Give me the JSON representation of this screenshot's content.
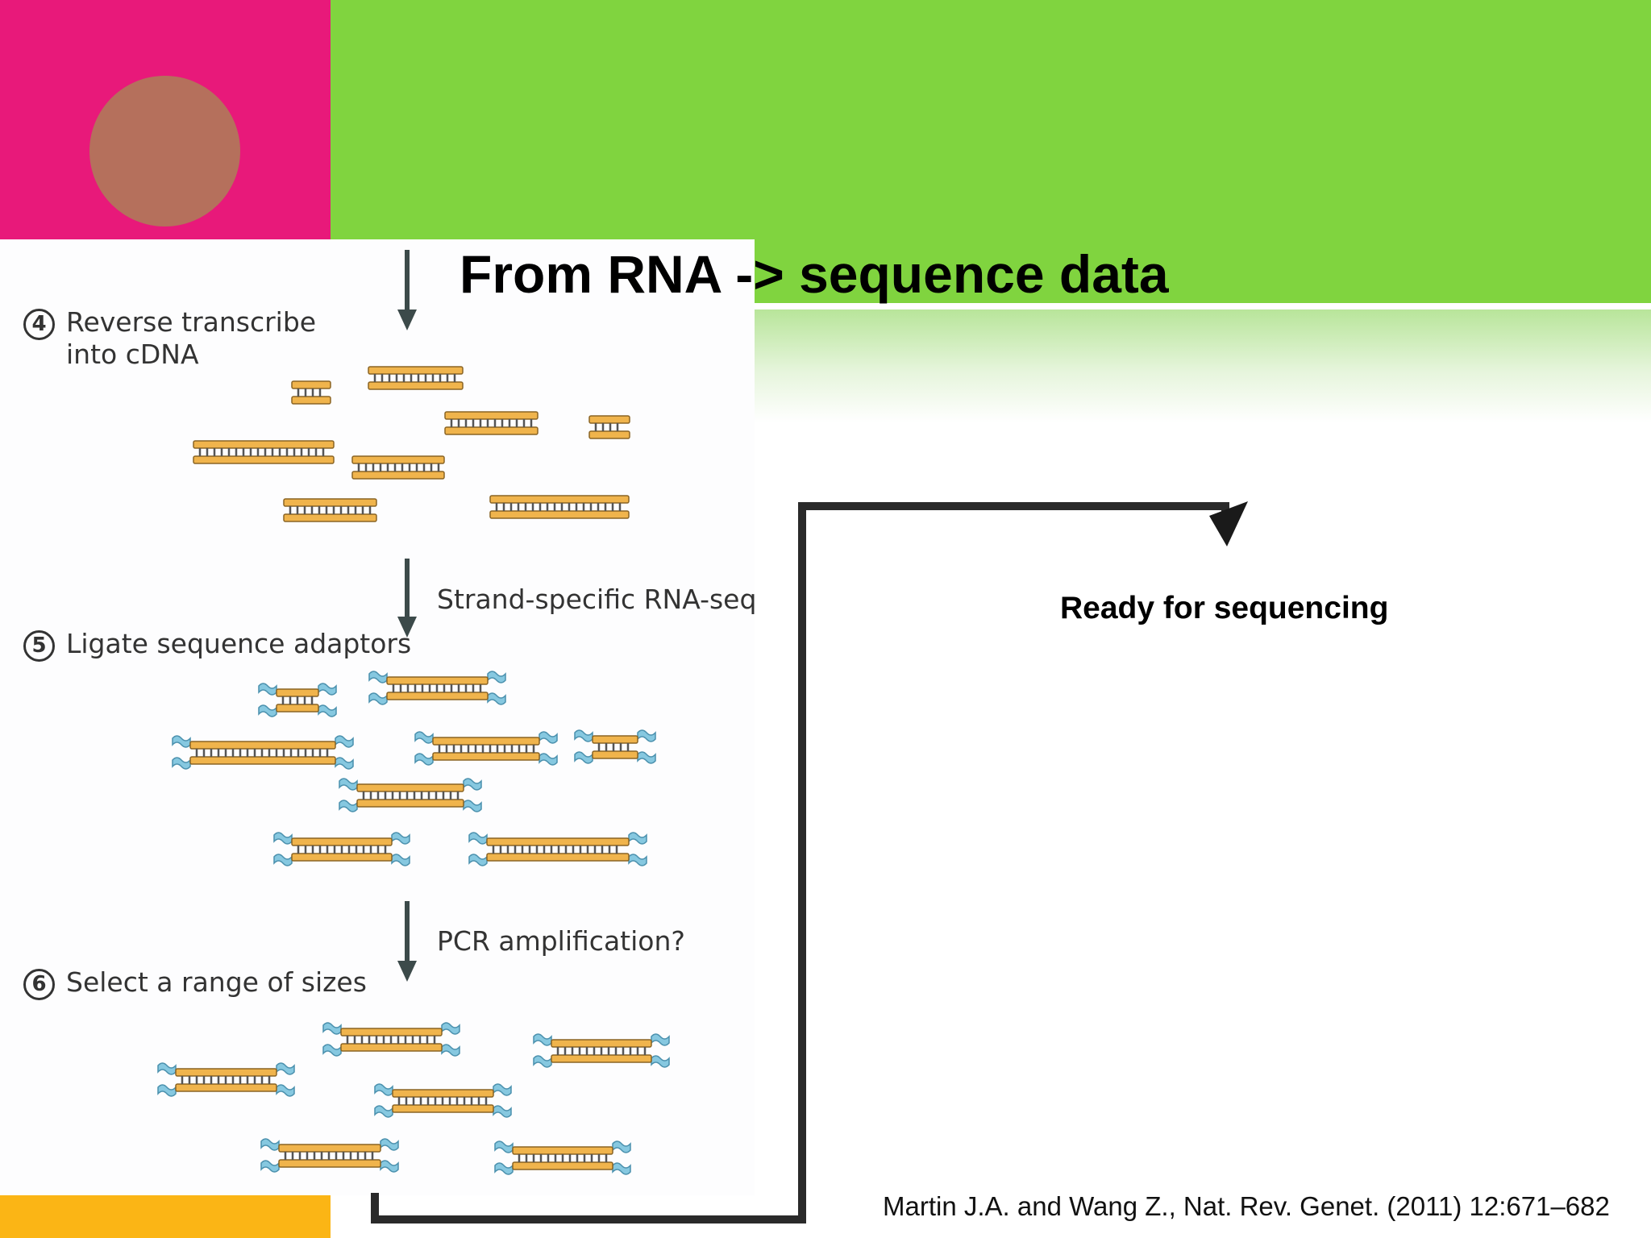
{
  "slide": {
    "title": "From RNA -> sequence data",
    "ready_label": "Ready for sequencing",
    "citation": "Martin J.A. and Wang Z., Nat. Rev. Genet. (2011) 12:671–682"
  },
  "figure": {
    "steps": [
      {
        "number": "4",
        "line1": "Reverse transcribe",
        "line2": "into cDNA"
      },
      {
        "number": "5",
        "line1": "Ligate sequence adaptors",
        "line2": ""
      },
      {
        "number": "6",
        "line1": "Select a range of sizes",
        "line2": ""
      }
    ],
    "side_labels": {
      "strand": "Strand-specific RNA-seq?",
      "pcr": "PCR amplification?"
    }
  },
  "colors": {
    "pink": "#e8197a",
    "green": "#80d43f",
    "circle": "#b5705c",
    "yellow": "#fbb515",
    "strand_orange": "#f0b44c",
    "adaptor_blue": "#86c8e0"
  }
}
